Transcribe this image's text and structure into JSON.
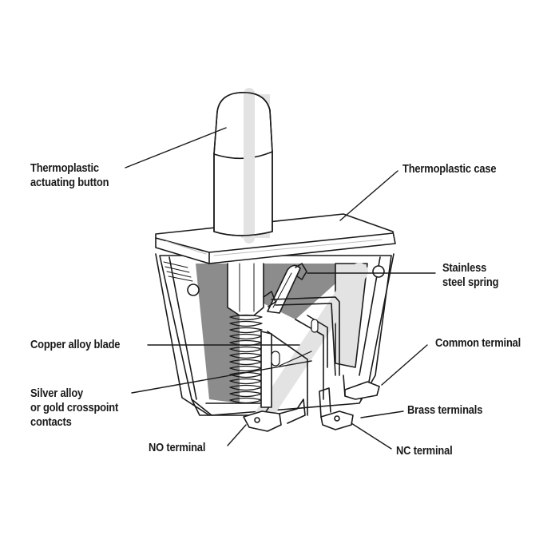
{
  "diagram": {
    "subject": "Pushbutton snap-action switch cutaway",
    "colors": {
      "background": "#ffffff",
      "line": "#1a1a1a",
      "shade_dark": "#8c8c8c",
      "shade_light": "#e3e3e3"
    },
    "labels": {
      "button": {
        "line1": "Thermoplastic",
        "line2": "actuating button"
      },
      "case": {
        "line1": "Thermoplastic case"
      },
      "spring": {
        "line1": "Stainless",
        "line2": "steel spring"
      },
      "blade": {
        "line1": "Copper alloy blade"
      },
      "common": {
        "line1": "Common terminal"
      },
      "contacts": {
        "line1": "Silver alloy",
        "line2": "or gold crosspoint",
        "line3": "contacts"
      },
      "brass": {
        "line1": "Brass terminals"
      },
      "no_terminal": {
        "line1": "NO terminal"
      },
      "nc_terminal": {
        "line1": "NC terminal"
      }
    }
  }
}
